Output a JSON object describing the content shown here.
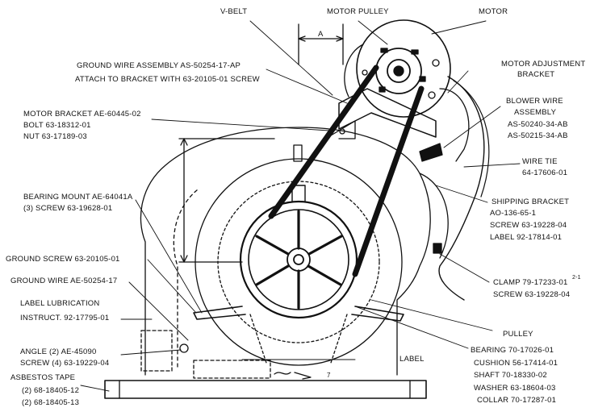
{
  "labels": {
    "v_belt": "V-BELT",
    "motor_pulley": "MOTOR PULLEY",
    "motor": "MOTOR",
    "dim_a": "A",
    "ground_wire_assembly_1": "GROUND WIRE ASSEMBLY AS-50254-17-AP",
    "ground_wire_assembly_2": "ATTACH TO BRACKET WITH 63-20105-01 SCREW",
    "motor_adjustment_1": "MOTOR ADJUSTMENT",
    "motor_adjustment_2": "BRACKET",
    "motor_bracket_1": "MOTOR BRACKET AE-60445-02",
    "motor_bracket_2": "BOLT 63-18312-01",
    "motor_bracket_3": "NUT 63-17189-03",
    "blower_wire_1": "BLOWER WIRE",
    "blower_wire_2": "ASSEMBLY",
    "blower_wire_3": "AS-50240-34-AB",
    "blower_wire_4": "AS-50215-34-AB",
    "wire_tie_1": "WIRE TIE",
    "wire_tie_2": "64-17606-01",
    "bearing_mount_1": "BEARING MOUNT AE-64041A",
    "bearing_mount_2": "(3) SCREW 63-19628-01",
    "shipping_bracket_1": "SHIPPING BRACKET",
    "shipping_bracket_2": "AO-136-65-1",
    "shipping_bracket_3": "SCREW 63-19228-04",
    "shipping_bracket_4": "LABEL 92-17814-01",
    "ground_screw": "GROUND SCREW 63-20105-01",
    "ground_wire": "GROUND WIRE AE-50254-17",
    "clamp": "CLAMP 79-17233-01",
    "clamp_screw": "SCREW 63-19228-04",
    "clamp_note": "2-1",
    "label_lub_1": "LABEL LUBRICATION",
    "label_lub_2": "INSTRUCT. 92-17795-01",
    "pulley": "PULLEY",
    "angle_1": "ANGLE (2) AE-45090",
    "angle_2": "SCREW (4) 63-19229-04",
    "label": "LABEL",
    "bearing": "BEARING 70-17026-01",
    "cushion": "CUSHION 56-17414-01",
    "shaft": "SHAFT 70-18330-02",
    "washer": "WASHER 63-18604-03",
    "collar": "COLLAR 70-17287-01",
    "asbestos_1": "ASBESTOS TAPE",
    "asbestos_2": "(2) 68-18405-12",
    "asbestos_3": "(2) 68-18405-13",
    "base_mark": "7"
  }
}
